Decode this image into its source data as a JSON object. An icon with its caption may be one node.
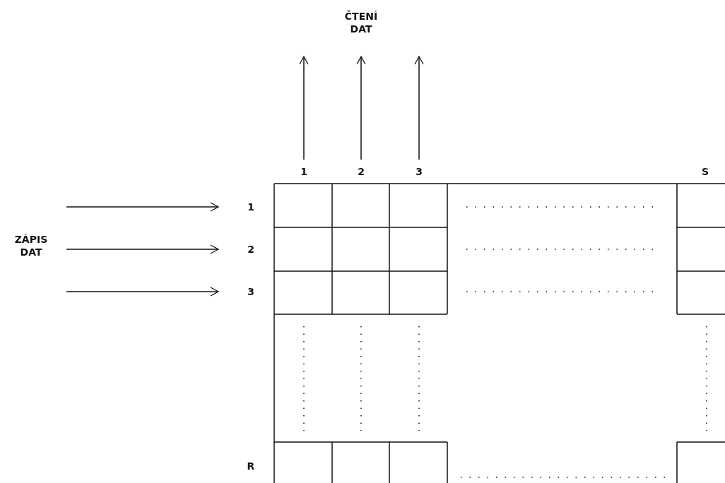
{
  "diagram": {
    "nodes": [
      {
        "text": [
          "ČTENÍ DAT"
        ]
      },
      {
        "text": [
          "1"
        ]
      },
      {
        "text": [
          "2"
        ]
      },
      {
        "text": [
          "3"
        ]
      },
      {
        "text": [
          "S"
        ]
      },
      {
        "text": [
          "ZÁPIS DAT"
        ]
      },
      {
        "text": [
          "1"
        ]
      },
      {
        "text": [
          "2"
        ]
      },
      {
        "text": [
          "3"
        ]
      },
      {
        "text": [
          "R"
        ]
      }
    ],
    "edges": [
      {
        "from": 1,
        "to": 0,
        "arrow": "to"
      },
      {
        "from": 2,
        "to": 0,
        "arrow": "to"
      },
      {
        "from": 3,
        "to": 0,
        "arrow": "to"
      },
      {
        "from": 5,
        "to": 6,
        "arrow": "to"
      },
      {
        "from": 5,
        "to": 7,
        "arrow": "to"
      },
      {
        "from": 5,
        "to": 8,
        "arrow": "to"
      }
    ]
  }
}
